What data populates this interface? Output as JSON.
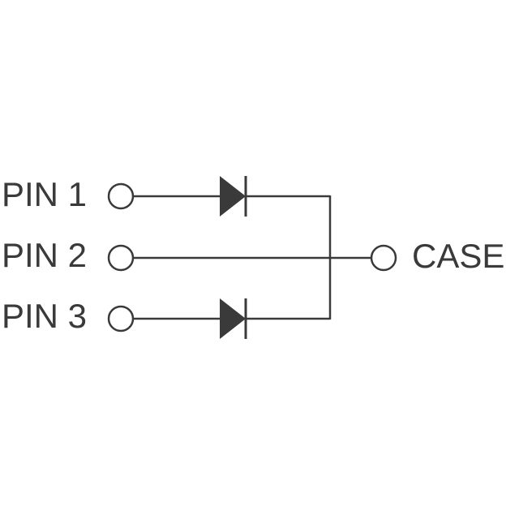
{
  "pins": [
    {
      "label": "PIN 1"
    },
    {
      "label": "PIN 2"
    },
    {
      "label": "PIN 3"
    }
  ],
  "case": {
    "label": "CASE"
  },
  "colors": {
    "stroke": "#3a3a3a",
    "background": "#ffffff"
  }
}
